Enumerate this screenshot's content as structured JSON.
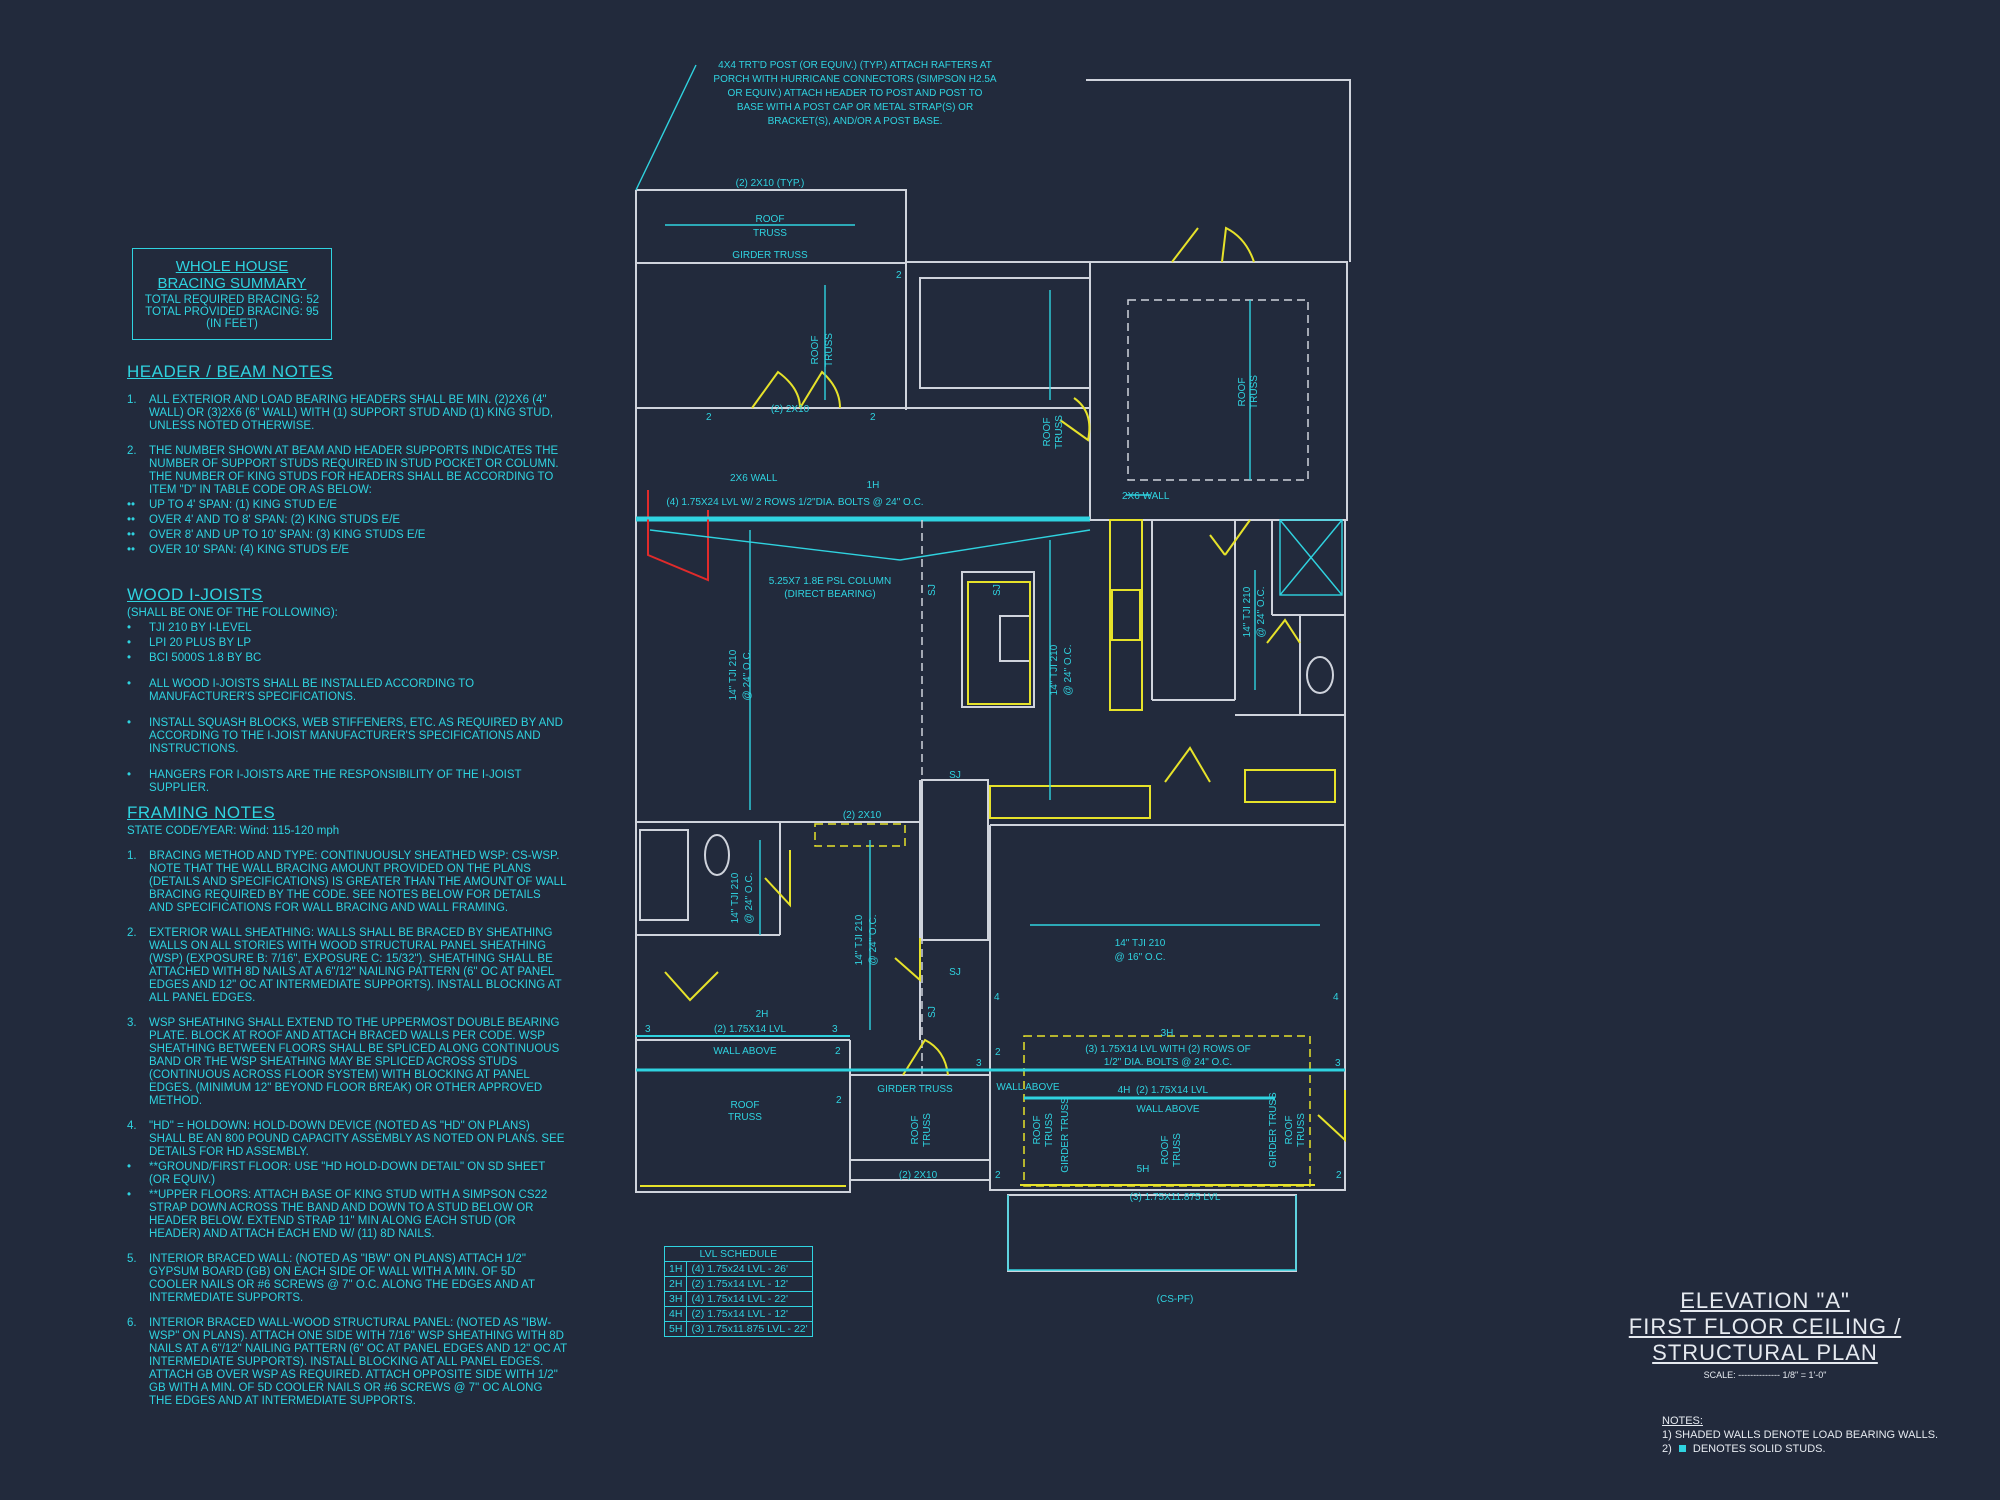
{
  "bracing_summary": {
    "title_1": "WHOLE HOUSE",
    "title_2": "BRACING SUMMARY",
    "required": "TOTAL REQUIRED BRACING: 52",
    "provided": "TOTAL PROVIDED BRACING: 95",
    "unit": "(IN FEET)"
  },
  "header_beam_notes": {
    "heading": "HEADER / BEAM NOTES",
    "items": [
      {
        "num": "1.",
        "text": "ALL EXTERIOR AND LOAD BEARING HEADERS SHALL BE MIN. (2)2x6 (4\" WALL) OR (3)2x6 (6\" WALL) WITH (1) SUPPORT STUD AND (1) KING STUD, UNLESS NOTED OTHERWISE."
      },
      {
        "num": "2.",
        "text": "THE NUMBER SHOWN AT BEAM AND HEADER SUPPORTS INDICATES THE NUMBER OF SUPPORT STUDS REQUIRED IN STUD POCKET OR COLUMN. THE NUMBER OF KING STUDS FOR HEADERS SHALL BE ACCORDING TO ITEM \"d\" IN TABLE CODE OR AS BELOW:"
      }
    ],
    "bullets": [
      "UP TO 4' SPAN: (1) KING STUD E/E",
      "OVER 4' AND TO 8' SPAN: (2) KING STUDS E/E",
      "OVER 8' AND UP TO 10' SPAN: (3) KING STUDS E/E",
      "OVER 10' SPAN: (4) KING STUDS E/E"
    ],
    "bullet_mark": "••"
  },
  "wood_joists": {
    "heading": "WOOD I-JOISTS",
    "sub": "(SHALL BE ONE OF THE FOLLOWING):",
    "options": [
      "TJI 210 BY I-LEVEL",
      "LPI 20 PLUS BY LP",
      "BCI 5000s 1.8 BY BC"
    ],
    "notes": [
      "ALL WOOD I-JOISTS SHALL BE INSTALLED ACCORDING TO MANUFACTURER'S SPECIFICATIONS.",
      "INSTALL SQUASH BLOCKS, WEB STIFFENERS, ETC. AS REQUIRED BY AND ACCORDING TO THE I-JOIST MANUFACTURER'S SPECIFICATIONS AND INSTRUCTIONS.",
      "HANGERS FOR I-JOISTS ARE THE RESPONSIBILITY OF THE I-JOIST SUPPLIER."
    ],
    "bullet_mark": "•"
  },
  "framing_notes": {
    "heading": "FRAMING NOTES",
    "sub": "STATE CODE/YEAR: Wind: 115-120 mph",
    "items": [
      {
        "num": "1.",
        "text": "BRACING METHOD AND TYPE: CONTINUOUSLY SHEATHED WSP: CS-WSP. NOTE THAT THE WALL BRACING AMOUNT PROVIDED ON THE PLANS (DETAILS AND SPECIFICATIONS) IS GREATER THAN THE AMOUNT OF WALL BRACING REQUIRED BY THE CODE. SEE NOTES BELOW FOR DETAILS AND SPECIFICATIONS FOR WALL BRACING AND WALL FRAMING."
      },
      {
        "num": "2.",
        "text": "EXTERIOR WALL SHEATHING: WALLS SHALL BE BRACED BY SHEATHING WALLS ON ALL STORIES WITH WOOD STRUCTURAL PANEL SHEATHING (WSP) (EXPOSURE B: 7/16\", EXPOSURE C: 15/32\"). SHEATHING SHALL BE ATTACHED WITH 8d NAILS AT A 6\"/12\" NAILING PATTERN (6\" OC AT PANEL EDGES AND 12\" OC AT INTERMEDIATE SUPPORTS). INSTALL BLOCKING AT ALL PANEL EDGES."
      },
      {
        "num": "3.",
        "text": "WSP SHEATHING SHALL EXTEND TO THE UPPERMOST DOUBLE BEARING PLATE. BLOCK AT ROOF AND ATTACH BRACED WALLS PER CODE. WSP SHEATHING BETWEEN FLOORS SHALL BE SPLICED ALONG CONTINUOUS BAND OR THE WSP SHEATHING MAY BE SPLICED ACROSS STUDS (CONTINUOUS ACROSS FLOOR SYSTEM) WITH BLOCKING AT PANEL EDGES. (MINIMUM 12\" BEYOND FLOOR BREAK) OR OTHER APPROVED METHOD."
      },
      {
        "num": "4.",
        "text": "\"HD\" = HOLDOWN: HOLD-DOWN DEVICE (NOTED AS \"HD\" ON PLANS) SHALL BE AN 800 POUND CAPACITY ASSEMBLY AS NOTED ON PLANS. SEE DETAILS FOR HD ASSEMBLY."
      }
    ],
    "hd_bullets": [
      "**GROUND/FIRST FLOOR: USE \"HD HOLD-DOWN DETAIL\" ON SD SHEET (OR EQUIV.)",
      "**UPPER FLOORS: ATTACH BASE OF KING STUD WITH A SIMPSON CS22 STRAP DOWN ACROSS THE BAND AND DOWN TO A STUD BELOW OR HEADER BELOW. EXTEND STRAP 11\" MIN ALONG EACH STUD (OR HEADER) AND ATTACH EACH END W/ (11) 8d NAILS."
    ],
    "items_2": [
      {
        "num": "5.",
        "text": "INTERIOR BRACED WALL: (NOTED AS \"IBW\" ON PLANS) ATTACH 1/2\" GYPSUM BOARD (GB) ON EACH SIDE OF WALL WITH A MIN. OF 5d COOLER NAILS OR #6 SCREWS @ 7\" O.C. ALONG THE EDGES AND AT INTERMEDIATE SUPPORTS."
      },
      {
        "num": "6.",
        "text": "INTERIOR BRACED WALL-WOOD STRUCTURAL PANEL: (NOTED AS \"IBW-WSP\" ON PLANS). ATTACH ONE SIDE WITH 7/16\" WSP SHEATHING WITH 8d NAILS AT A 6\"/12\" NAILING PATTERN (6\" OC AT PANEL EDGES AND 12\" OC AT INTERMEDIATE SUPPORTS). INSTALL BLOCKING AT ALL PANEL EDGES. ATTACH GB OVER WSP AS REQUIRED. ATTACH OPPOSITE SIDE WITH 1/2\" GB WITH A MIN. OF 5d COOLER NAILS OR #6 SCREWS @ 7\" OC ALONG THE EDGES AND AT INTERMEDIATE SUPPORTS."
      }
    ]
  },
  "lvl_schedule": {
    "title": "LVL SCHEDULE",
    "rows": [
      [
        "1H",
        "(4) 1.75x24 LVL - 26'"
      ],
      [
        "2H",
        "(2) 1.75x14 LVL - 12'"
      ],
      [
        "3H",
        "(4) 1.75x14 LVL - 22'"
      ],
      [
        "4H",
        "(2) 1.75x14 LVL - 12'"
      ],
      [
        "5H",
        "(3) 1.75x11.875 LVL - 22'"
      ]
    ]
  },
  "plan_labels": {
    "post_note": [
      "4x4 TRT'D POST (OR EQUIV.) (TYP.) ATTACH RAFTERS AT",
      "PORCH WITH HURRICANE CONNECTORS (SIMPSON H2.5A",
      "OR EQUIV.) ATTACH HEADER TO POST AND POST TO",
      "BASE WITH A POST CAP OR METAL STRAP(S) OR",
      "BRACKET(S), AND/OR A POST BASE."
    ],
    "two_2x10_typ": "(2) 2X10 (TYP.)",
    "roof": "ROOF",
    "truss": "TRUSS",
    "girder_truss": "GIRDER TRUSS",
    "two_2x10": "(2) 2x10",
    "two_x6_wall": "2x6 WALL",
    "beam_1h": "(4) 1.75x24 LVL W/ 2 ROWS 1/2\"DIA. BOLTS @ 24\" O.C.",
    "psl_1": "5.25x7 1.8E PSL COLUMN",
    "psl_2": "(DIRECT BEARING)",
    "tji_24": "14\" TJI 210",
    "oc_24": "@ 24\" O.C.",
    "tji_16": "14\" TJI 210",
    "oc_16": "@ 16\" O.C.",
    "sj": "SJ",
    "beam_2h": "(2) 1.75x14 LVL",
    "wall_above": "WALL ABOVE",
    "beam_3h_1": "(3) 1.75x14 LVL WITH (2) ROWS OF",
    "beam_3h_2": "1/2\" DIA. BOLTS @ 24\" O.C.",
    "beam_4h": "(2) 1.75x14 LVL",
    "beam_5h": "(3) 1.75x11.875 LVL",
    "cs_pf": "(CS-PF)",
    "tag_1h": "1H",
    "tag_2h": "2H",
    "tag_3h": "3H",
    "tag_4h": "4H",
    "tag_5h": "5H",
    "n2": "2",
    "n3": "3",
    "n4": "4"
  },
  "title_block": {
    "line1": "ELEVATION \"A\"",
    "line2": "FIRST FLOOR CEILING /",
    "line3": "STRUCTURAL PLAN",
    "scale": "SCALE: -------------- 1/8\" = 1'-0\""
  },
  "notes_block": {
    "heading": "NOTES:",
    "n1": "1) SHADED WALLS DENOTE LOAD BEARING WALLS.",
    "n2_prefix": "2)",
    "n2": "DENOTES SOLID STUDS."
  },
  "colors": {
    "background": "#222a3c",
    "cyan": "#2fd3e0",
    "wall": "#cfd3dc",
    "yellow": "#e6e22a",
    "red": "#e02b2b"
  }
}
